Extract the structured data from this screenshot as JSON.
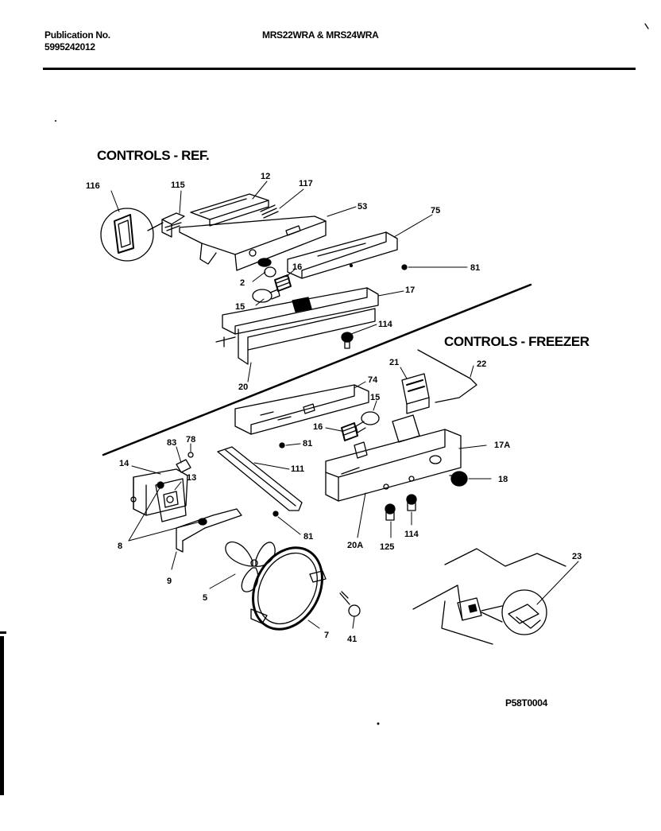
{
  "header": {
    "publication_label": "Publication No.",
    "publication_number": "5995242012",
    "models": "MRS22WRA & MRS24WRA"
  },
  "sections": {
    "ref_title": "CONTROLS - REF.",
    "freezer_title": "CONTROLS - FREEZER"
  },
  "drawing_code": "P58T0004",
  "callouts": {
    "c116": "116",
    "c115": "115",
    "c12": "12",
    "c117": "117",
    "c53": "53",
    "c75": "75",
    "c81a": "81",
    "c16a": "16",
    "c2": "2",
    "c15a": "15",
    "c17": "17",
    "c114a": "114",
    "c20": "20",
    "c21": "21",
    "c22": "22",
    "c74": "74",
    "c15b": "15",
    "c16b": "16",
    "c81b": "81",
    "c83": "83",
    "c78": "78",
    "c14": "14",
    "c13": "13",
    "c111": "111",
    "c17a": "17A",
    "c18": "18",
    "c8": "8",
    "c81c": "81",
    "c20a": "20A",
    "c125": "125",
    "c114b": "114",
    "c9": "9",
    "c5": "5",
    "c23": "23",
    "c7": "7",
    "c41": "41"
  }
}
